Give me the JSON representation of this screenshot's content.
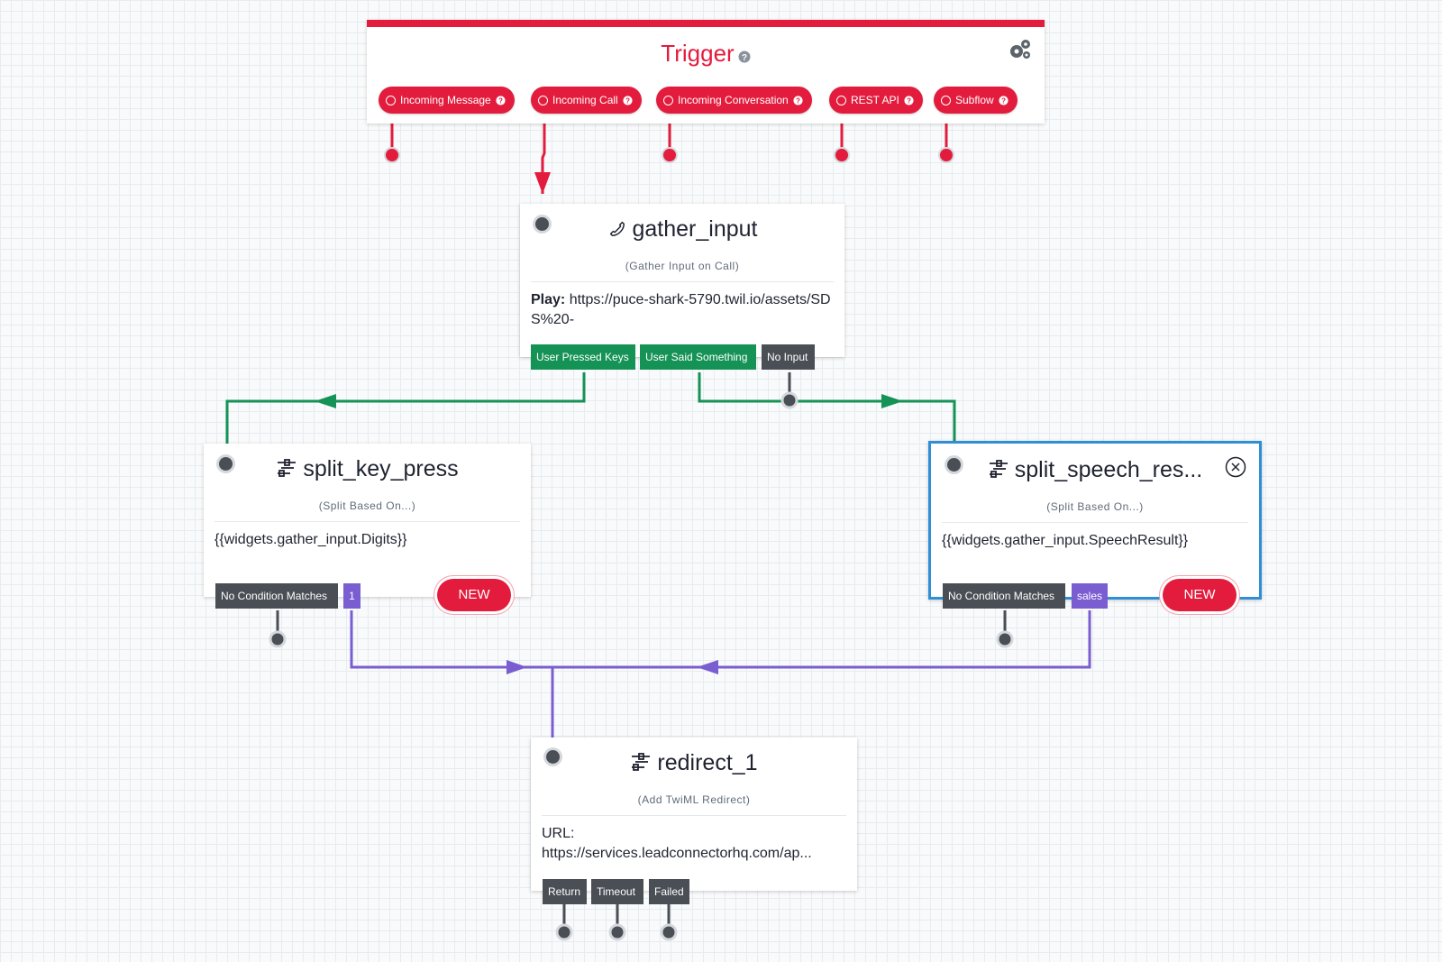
{
  "trigger": {
    "title": "Trigger",
    "accent_color": "#e31c3d",
    "pills": [
      {
        "label": "Incoming Message"
      },
      {
        "label": "Incoming Call"
      },
      {
        "label": "Incoming Conversation"
      },
      {
        "label": "REST API"
      },
      {
        "label": "Subflow"
      }
    ]
  },
  "widgets": {
    "gather_input": {
      "title": "gather_input",
      "icon": "phone-icon",
      "subtitle": "(Gather Input on Call)",
      "body_label": "Play:",
      "body_value": "https://puce-shark-5790.twil.io/assets/SDS%20-",
      "transitions": [
        "User Pressed Keys",
        "User Said Something",
        "No Input"
      ]
    },
    "split_key_press": {
      "title": "split_key_press",
      "icon": "split-icon",
      "subtitle": "(Split Based On...)",
      "body": "{{widgets.gather_input.Digits}}",
      "transitions": [
        "No Condition Matches",
        "1"
      ],
      "new_label": "NEW"
    },
    "split_speech": {
      "title": "split_speech_res...",
      "icon": "split-icon",
      "subtitle": "(Split Based On...)",
      "body": "{{widgets.gather_input.SpeechResult}}",
      "transitions": [
        "No Condition Matches",
        "sales"
      ],
      "new_label": "NEW",
      "selected_border_color": "#2f8fd6"
    },
    "redirect_1": {
      "title": "redirect_1",
      "icon": "split-icon",
      "subtitle": "(Add TwiML Redirect)",
      "body_label": "URL:",
      "body_value": "https://services.leadconnectorhq.com/ap...",
      "transitions": [
        "Return",
        "Timeout",
        "Failed"
      ]
    }
  },
  "colors": {
    "trigger_wire": "#e31c3d",
    "green_wire": "#159256",
    "purple_wire": "#7a5dd1",
    "gray_tag": "#4a4e55"
  }
}
